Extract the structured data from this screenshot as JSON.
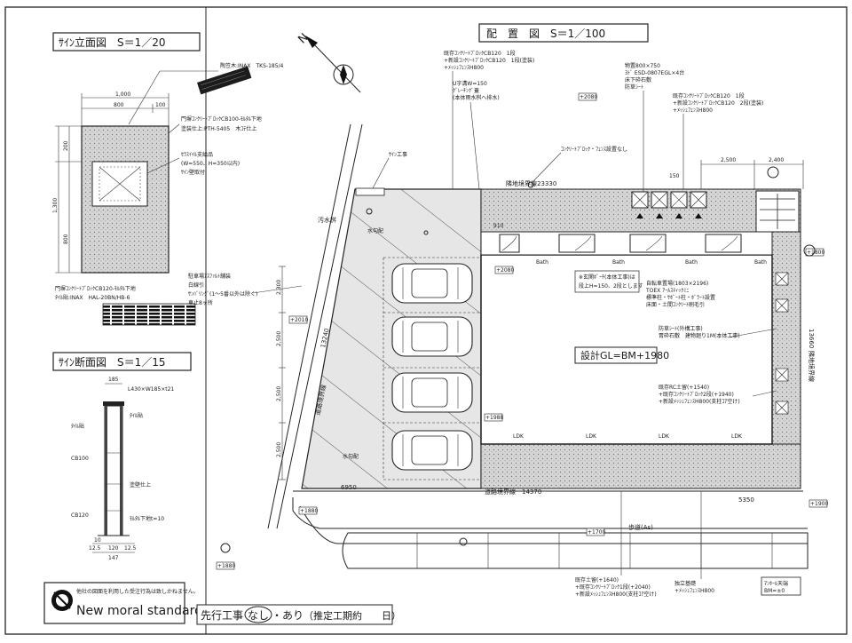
{
  "titles": {
    "sign_elevation": "ｻｲﾝ立面図　S＝1／20",
    "layout_plan": "配　置　図　S＝1／100",
    "sign_section": "ｻｲﾝ断面図　S＝1／15"
  },
  "elevation": {
    "cap_note": "陶笠木:INAX　TKS-185/4",
    "dim_top_total": "1,000",
    "dim_top_left": "800",
    "dim_top_right": "100",
    "dim_left_total": "1,300",
    "dim_left_top": "200",
    "dim_left_bottom": "800",
    "block_note": "門塀ｺﾝｸﾘｰﾄﾌﾞﾛｯｸCB100-ﾓﾙﾀﾙ下地",
    "paint_note": "塗装仕上:PTH-5405　木ｺﾃ仕上",
    "sign_note_1": "ｾﾗｽｲｲﾙ支給品",
    "sign_note_2": "(W=550、H=350以内)",
    "sign_note_3": "ｻｲﾝ壁取付",
    "tile_note_1": "門塀ｺﾝｸﾘｰﾄﾌﾞﾛｯｸCB120-ﾓﾙﾀﾙ下地",
    "tile_note_2": "ﾀｲﾙ貼:INAX　HAL-20BN/HB-6",
    "parking_note_1": "駐車場ｱｽﾌｧﾙﾄ舗装",
    "parking_note_2": "白線引",
    "parking_note_3": "ｻﾝﾊﾞﾘﾝｸﾞ(1～5番以外は除く)",
    "parking_note_4": "車止8ヶ所"
  },
  "section": {
    "dim_top": "185",
    "top_label": "L430×W185×t21",
    "tile_label": "ﾀｲﾙ貼",
    "tile_label_left": "ﾀｲﾙ貼",
    "cb100": "CB100",
    "paint": "塗壁仕上",
    "cb120": "CB120",
    "mortar": "ﾓﾙﾀﾙ下地t=10",
    "dim_b1": "10",
    "dim_b2": "12.5",
    "dim_b3": "120",
    "dim_b4": "12.5",
    "dim_b5": "147"
  },
  "plan": {
    "wall_note_1": "既存ｺﾝｸﾘｰﾄﾌﾞﾛｯｸCB120　1段",
    "wall_note_2": "+新設ｺﾝｸﾘｰﾄﾌﾞﾛｯｸCB120　1段(塗装)",
    "wall_note_3": "+ﾒｯｼｭﾌｪﾝｽH800",
    "gutter_note_1": "U字溝W=150",
    "gutter_note_2": "ｸﾞﾚｰﾁﾝｸﾞ蓋",
    "gutter_note_3": "(本体雨水桝へ排水)",
    "storage_note_1": "物置800×750",
    "storage_note_2": "ﾖﾄﾞ ESD-0807EGL×4台",
    "storage_note_3": "床下砕石敷",
    "storage_note_4": "防草ｼｰﾄ",
    "wall_right_1": "既存ｺﾝｸﾘｰﾄﾌﾞﾛｯｸCB120　1段",
    "wall_right_2": "+新設ｺﾝｸﾘｰﾄﾌﾞﾛｯｸCB120　2段(塗装)",
    "wall_right_3": "+ﾒｯｼｭﾌｪﾝｽH800",
    "block_fence": "ｺﾝｸﾘｰﾄﾌﾞﾛｯｸ・ﾌｪﾝｽ設置なし",
    "sign_work": "ｻｲﾝ工事",
    "boundary_top": "隣地境界線23330",
    "sewage": "汚水桝",
    "rain_top": "水勾配",
    "rain_bottom": "水勾配",
    "dim_2500": "2,500",
    "dim_2400": "2,400",
    "dim_150": "150",
    "dim_910": "910",
    "dim_13240": "13240",
    "dim_13660": "13660",
    "dim_2300": "2,300",
    "dim_2500b": "2,500",
    "dim_2500c": "2,500",
    "dim_2500d": "2,500",
    "dim_6950": "6950",
    "dim_5350": "5350",
    "road_boundary_left": "道路境界線",
    "road_boundary": "道路境界線　14370",
    "neighbor_right": "隣地境界線",
    "bath": "Bath",
    "porch_1": "※玄関ﾎﾟｰﾁ(本体工事)は",
    "porch_2": "段上H=150、2段とします",
    "bike_1": "自転車置場(1803×2196)",
    "bike_2": "TOEX ｱｰﾙｽﾃｨｯｸﾐﾆ",
    "bike_3": "標準柱・ｻﾎﾟｰﾄ柱・ﾎﾞﾗｰﾄ設置",
    "bike_4": "床面・土間ｺﾝｸﾘｰﾄ刷毛引",
    "weed_1": "防草ｼｰﾄ(外構工事)",
    "weed_2": "胃砕石敷　建物廻り1M(本体工事)",
    "design_gl": "設計GL=BM+1980",
    "retain_1": "既存RC土留(+1540)",
    "retain_2": "+既存ｺﾝｸﾘｰﾄﾌﾞﾛｯｸ2段(+1940)",
    "retain_3": "+新設ﾒｯｼｭﾌｪﾝｽH800(支柱ｺｱ空け)",
    "ldk": "LDK",
    "sidewalk": "歩道(As)",
    "bottom_retain_1": "既存土留(+1640)",
    "bottom_retain_2": "+既存ｺﾝｸﾘｰﾄﾌﾞﾛｯｸ1段(+2040)",
    "bottom_retain_3": "+新設ﾒｯｼｭﾌｪﾝｽH800(支柱ｺｱ空け)",
    "post_1": "独立基礎",
    "post_2": "+ﾒｯｼｭﾌｪﾝｽH800",
    "bm_1": "ﾏﾝﾎｰﾙ天端",
    "bm_2": "BM=±0",
    "lv_top": "+2080",
    "lv_left": "+2010",
    "lv_porch": "+2080",
    "lv_mid": "+1988",
    "lv_road": "+1880",
    "lv_sw": "+1880",
    "lv_bottom": "+1700",
    "lv_right1": "+1800",
    "lv_right2": "+1900"
  },
  "footer": {
    "notice": "他社の図面を利用した受注行為は致しかねません。",
    "brand": "New moral standard",
    "prior_work_prefix": "先行工事",
    "opt_none": "なし",
    "opt_sep": "・",
    "opt_yes": "あり",
    "prior_work_suffix": "（推定工期約　　日）"
  }
}
